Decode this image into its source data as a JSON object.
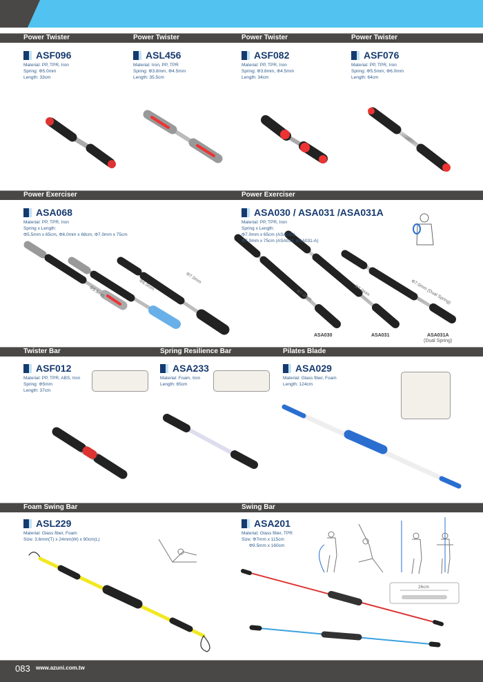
{
  "sections": [
    {
      "headers": [
        "Power Twister",
        "Power Twister",
        "Power Twister",
        "Power Twister"
      ]
    },
    {
      "headers": [
        "Power Exerciser",
        "Power Exerciser"
      ]
    },
    {
      "headers": [
        "Twister Bar",
        "Spring Resilience Bar",
        "Pilates Blade"
      ]
    },
    {
      "headers": [
        "Foam Swing Bar",
        "Swing Bar"
      ]
    }
  ],
  "products": {
    "asf096": {
      "code": "ASF096",
      "specs": [
        "Material: PP, TPR, Iron",
        "Spring: Φ5.0mm",
        "Length: 33cm"
      ]
    },
    "asl456": {
      "code": "ASL456",
      "specs": [
        "Material: Iron, PP, TPR",
        "Spring: Φ3.8mm, Φ4.5mm",
        "Length: 35.5cm"
      ]
    },
    "asf082": {
      "code": "ASF082",
      "specs": [
        "Material: PP, TPR, Iron",
        "Spring: Φ3.8mm, Φ4.5mm",
        "Length: 34cm"
      ]
    },
    "asf076": {
      "code": "ASF076",
      "specs": [
        "Material: PP, TPR, Iron",
        "Spring: Φ5.5mm, Φ6.0mm",
        "Length: 64cm"
      ]
    },
    "asa068": {
      "code": "ASA068",
      "specs": [
        "Material: PP, TPR, Iron",
        "Spring x Length:",
        "Φ5.5mm x 65cm, Φ6.0mm x 68cm, Φ7.0mm x 75cm"
      ],
      "dims": [
        "Φ5.5mm",
        "Φ6.0mm",
        "Φ7.0mm"
      ]
    },
    "asa030": {
      "code": "ASA030 / ASA031 /ASA031A",
      "specs": [
        "Material: PP, TPR, Iron",
        "Spring x Length:",
        "Φ7.0mm x 65cm (ASA030)",
        "Φ7.0mm x 75cm (ASA031, ASA031-A)"
      ],
      "dims": [
        "Φ7.0mm",
        "Φ7.0mm",
        "Φ7.0mm (Dual Spring)"
      ],
      "labels": [
        "ASA030",
        "ASA031",
        "ASA031A",
        "(Dual Spring)"
      ]
    },
    "asf012": {
      "code": "ASF012",
      "specs": [
        "Material: PP, TPR, ABS, Iron",
        "Spring: Φ5mm",
        "Length: 37cm"
      ]
    },
    "asa233": {
      "code": "ASA233",
      "specs": [
        "Material: Foam, Iron",
        "Length: 65cm"
      ]
    },
    "asa029": {
      "code": "ASA029",
      "specs": [
        "Material: Glass fiber, Foam",
        "Length: 124cm"
      ]
    },
    "asl229": {
      "code": "ASL229",
      "specs": [
        "Material: Glass fiber, Foam",
        "Size: 3.6mm(T) x 24mm(W) x 90cm(L)"
      ]
    },
    "asa201": {
      "code": "ASA201",
      "specs": [
        "Material: Glass fiber, TPR",
        "Size: Φ7mm x 115cm",
        "      Φ9.5mm x 160cm"
      ],
      "dim": "26cm"
    }
  },
  "footer": {
    "page": "083",
    "url": "www.azuni.com.tw"
  },
  "colors": {
    "banner": "#52c3f0",
    "bar": "#4a4846",
    "title": "#163a6e"
  }
}
